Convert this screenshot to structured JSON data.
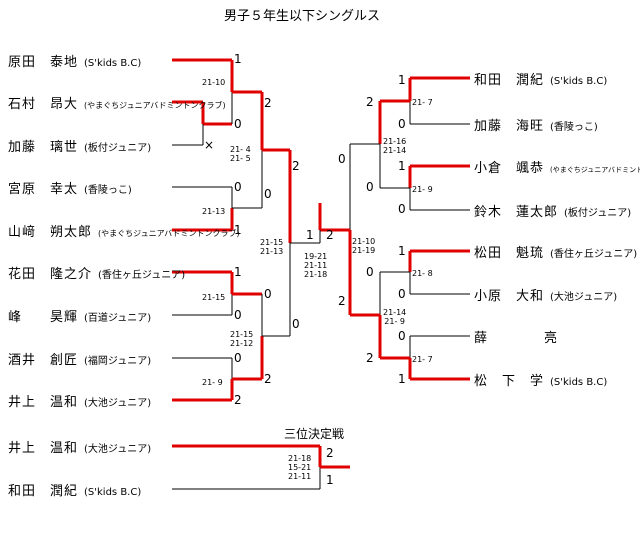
{
  "title": "男子５年生以下シングルス",
  "left_players": [
    {
      "name": "原田　泰地",
      "club": "(S'kids B.C)"
    },
    {
      "name": "石村　昂大",
      "club": "(やまぐちジュニアバドミントンクラブ)"
    },
    {
      "name": "加藤　璃世",
      "club": "(板付ジュニア)"
    },
    {
      "name": "宮原　幸太",
      "club": "(香陵っこ)"
    },
    {
      "name": "山﨑　朔太郎",
      "club": "(やまぐちジュニアバドミントンクラブ)"
    },
    {
      "name": "花田　隆之介",
      "club": "(香住ヶ丘ジュニア)"
    },
    {
      "name": "峰　　昊輝",
      "club": "(百道ジュニア)"
    },
    {
      "name": "酒井　創匠",
      "club": "(福岡ジュニア)"
    },
    {
      "name": "井上　温和",
      "club": "(大池ジュニア)"
    }
  ],
  "right_players": [
    {
      "name": "和田　潤紀",
      "club": "(S'kids B.C)"
    },
    {
      "name": "加藤　海旺",
      "club": "(香陵っこ)"
    },
    {
      "name": "小倉　颯恭",
      "club": "(やまぐちジュニアバドミントンクラブ)"
    },
    {
      "name": "鈴木　蓮太郎",
      "club": "(板付ジュニア)"
    },
    {
      "name": "松田　魁琉",
      "club": "(香住ヶ丘ジュニア)"
    },
    {
      "name": "小原　大和",
      "club": "(大池ジュニア)"
    },
    {
      "name": "薛　　　　亮",
      "club": ""
    },
    {
      "name": "松　下　学",
      "club": "(S'kids B.C)"
    }
  ],
  "third_place_players": [
    {
      "name": "井上　温和",
      "club": "(大池ジュニア)"
    },
    {
      "name": "和田　潤紀",
      "club": "(S'kids B.C)"
    }
  ],
  "third_place_label": "三位決定戦",
  "results": {
    "l_m1_top": "1",
    "l_m1_bot": "0",
    "l_m1_score": "21-10",
    "l_m2_bot": "×",
    "l_m3_top": "2",
    "l_m3_bot": "0",
    "l_m3_score": "21- 4\n21- 5",
    "l_m4_top": "0",
    "l_m4_bot": "1",
    "l_m4_score": "21-13",
    "l_m5_top": "1",
    "l_m5_bot": "0",
    "l_m5_score": "21-15",
    "l_m6_top": "0",
    "l_m6_bot": "2",
    "l_m6_score": "21- 9",
    "l_m7_top": "0",
    "l_m7_bot": "2",
    "l_m7_score": "21-15\n21-12",
    "l_sf_top": "2",
    "l_sf_bot": "0",
    "l_sf_score": "21-15\n21-13",
    "final_left": "1",
    "final_right": "2",
    "final_score": "19-21\n21-11\n21-18",
    "r_m1_top": "1",
    "r_m1_bot": "0",
    "r_m1_score": "21- 7",
    "r_m2_top": "1",
    "r_m2_bot": "0",
    "r_m2_score": "21- 9",
    "r_m3_top": "2",
    "r_m3_bot": "0",
    "r_m3_score": "21-16\n21-14",
    "r_m4_top": "1",
    "r_m4_bot": "0",
    "r_m4_score": "21- 8",
    "r_m5_top": "0",
    "r_m5_bot": "1",
    "r_m5_score": "21- 7",
    "r_m6_top": "0",
    "r_m6_bot": "2",
    "r_m6_score": "21-14\n21- 9",
    "r_sf_top": "0",
    "r_sf_bot": "2",
    "r_sf_score": "21-10\n21-19",
    "tp_top": "2",
    "tp_bot": "1",
    "tp_score": "21-18\n15-21\n21-11"
  }
}
